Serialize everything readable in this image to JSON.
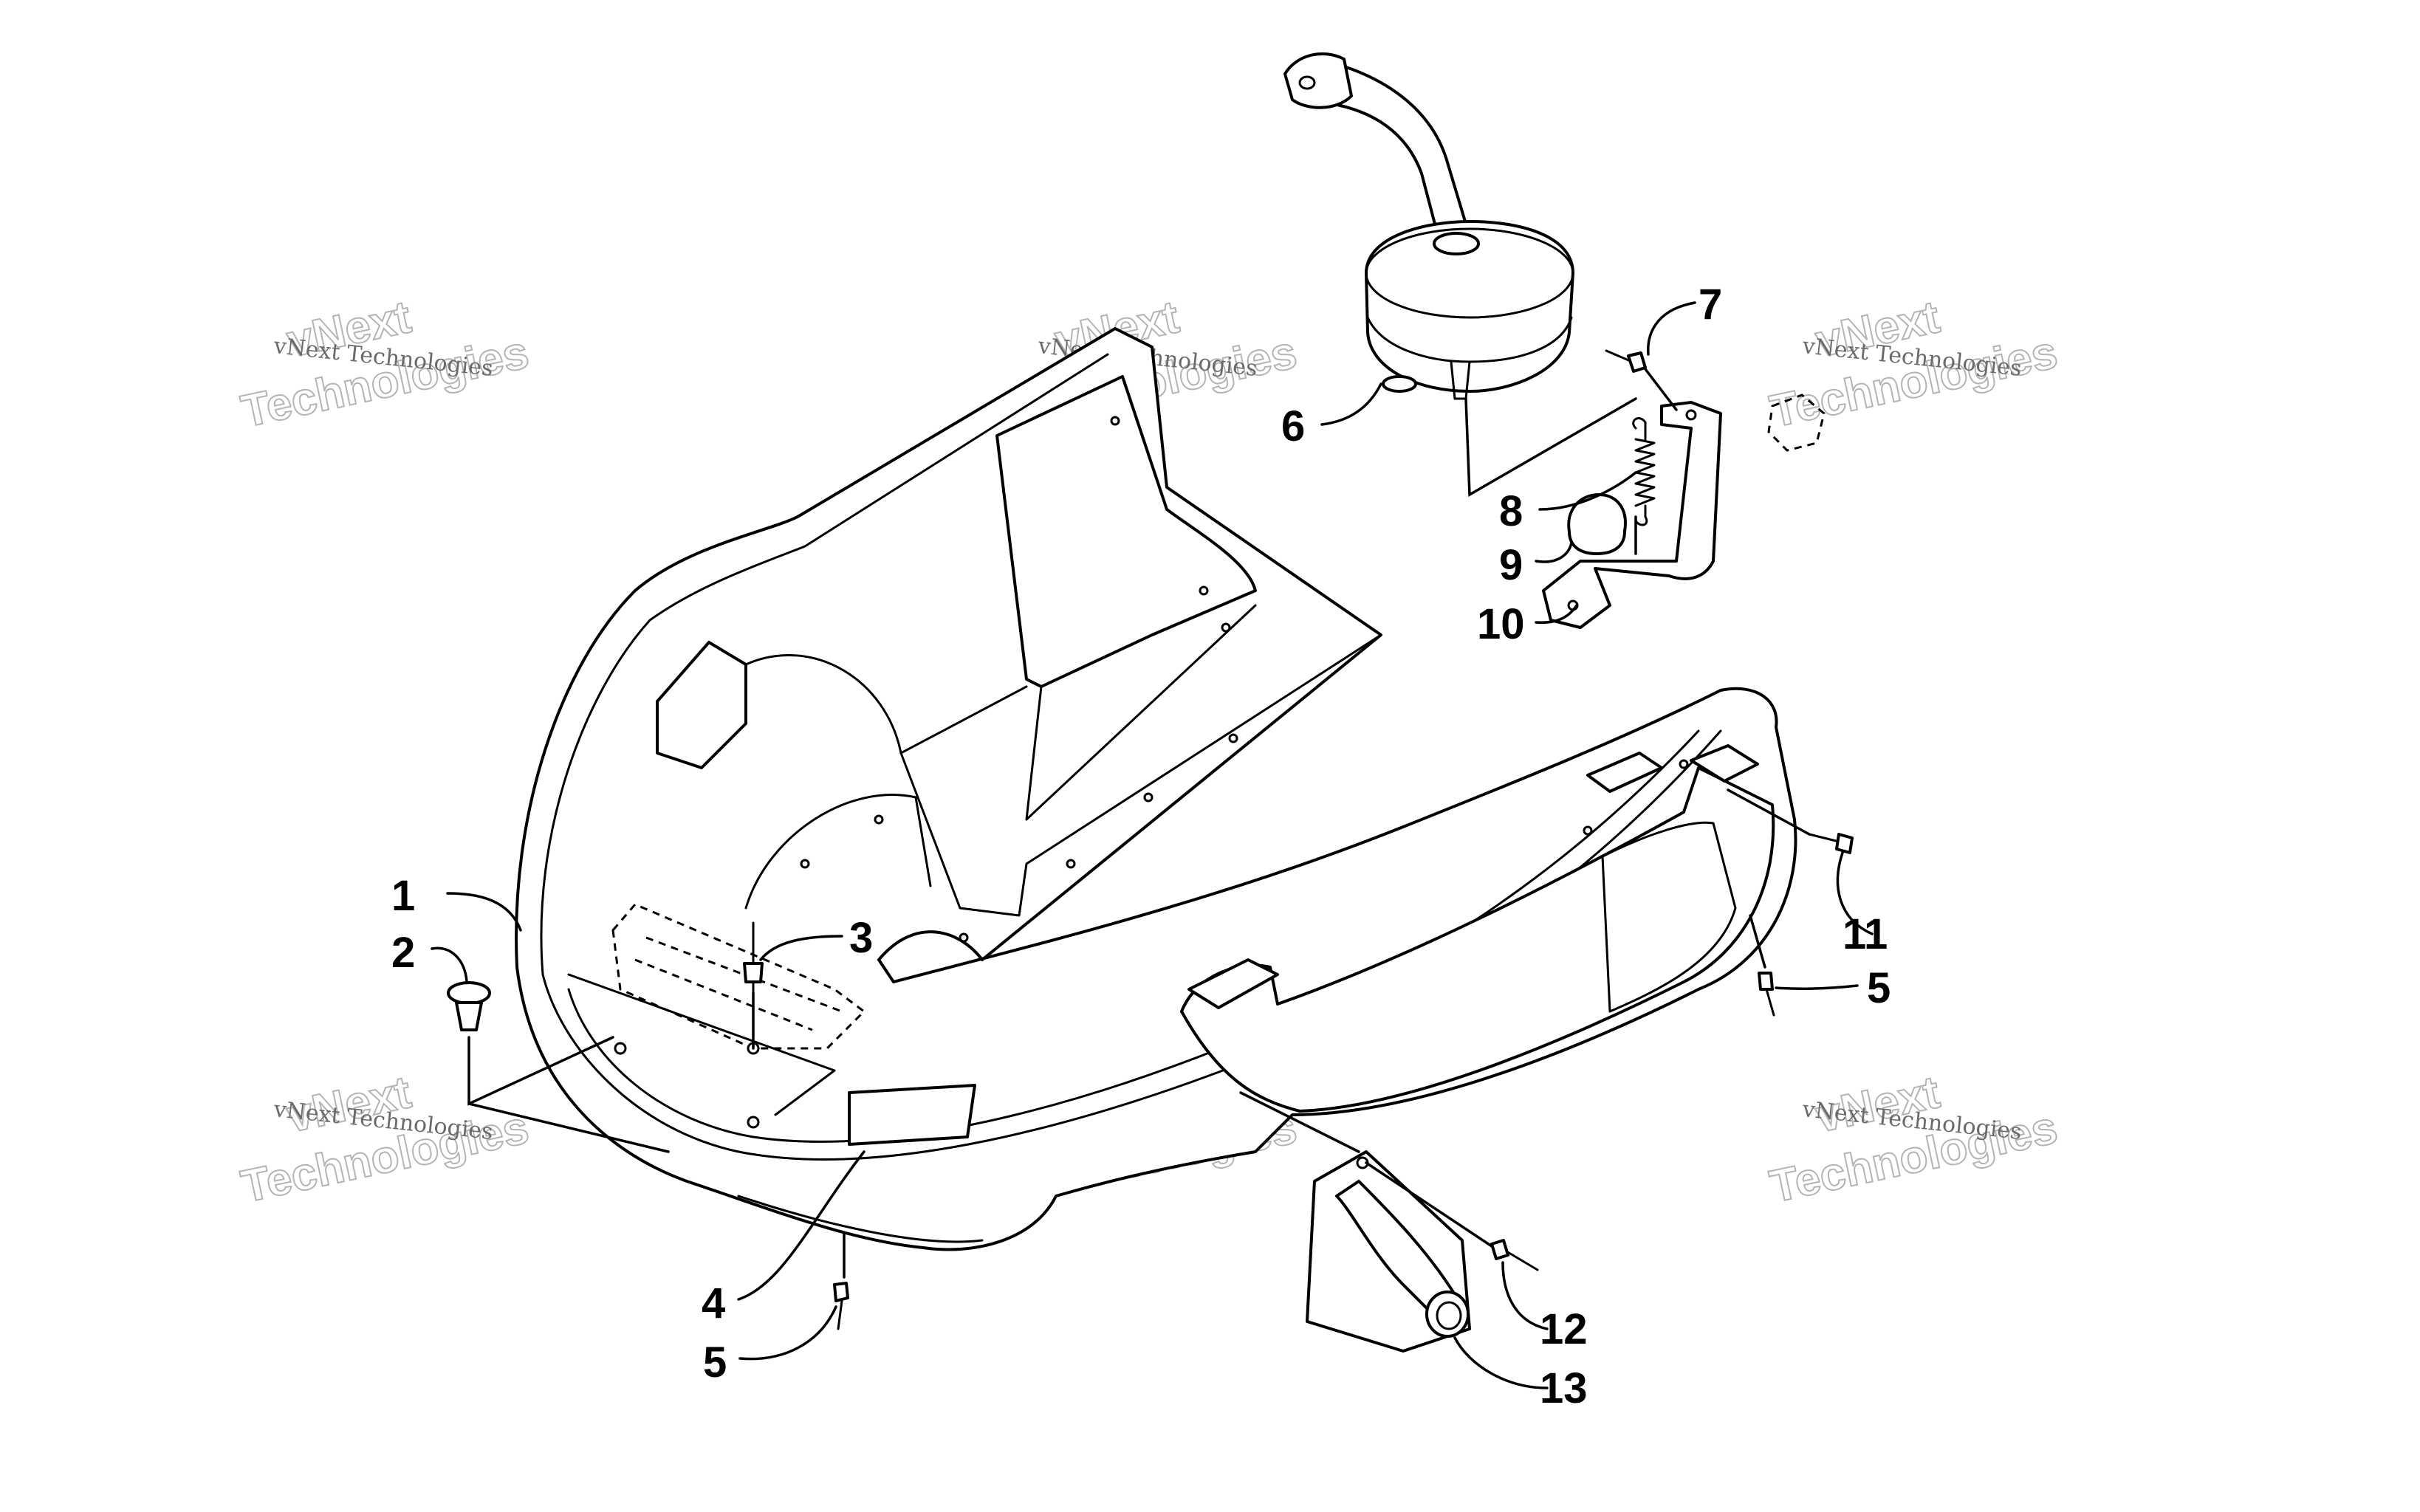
{
  "watermark": {
    "line1": "vNext",
    "line2": "vNext Technologies",
    "line3": "Technologies"
  },
  "callouts": {
    "c1": "1",
    "c2": "2",
    "c3": "3",
    "c4": "4",
    "c5a": "5",
    "c5b": "5",
    "c6": "6",
    "c7": "7",
    "c8": "8",
    "c9": "9",
    "c10": "10",
    "c11": "11",
    "c12": "12",
    "c13": "13"
  }
}
